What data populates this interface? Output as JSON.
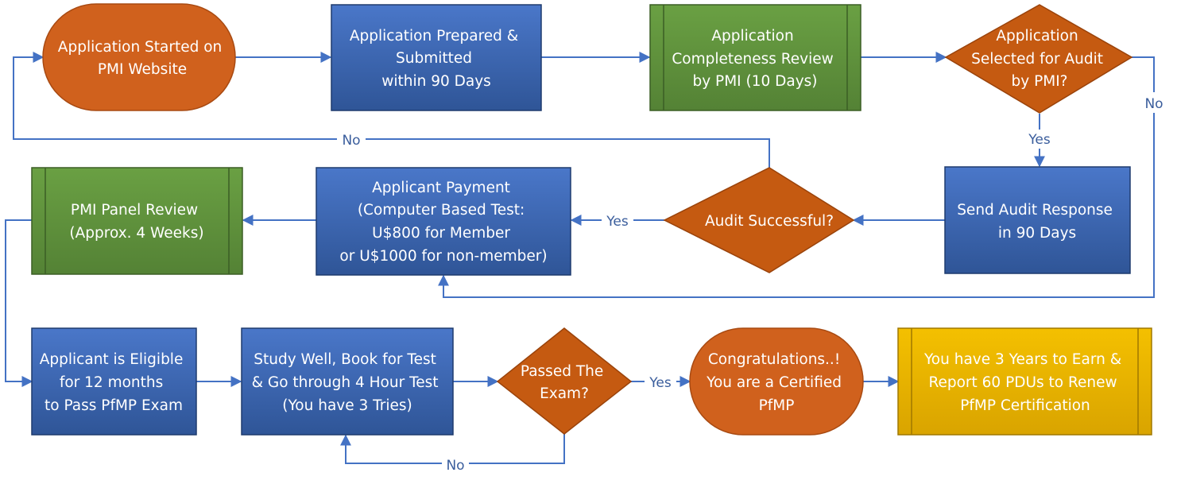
{
  "colors": {
    "process": "#2f5597",
    "process_light": "#4a77c9",
    "review": "#548235",
    "review_light": "#6aa043",
    "decision": "#c55a11",
    "terminal": "#d0611d",
    "final": "#d9a400",
    "final_light": "#f4c000",
    "connector": "#4472c4",
    "label": "#3a5d9c"
  },
  "nodes": {
    "start": {
      "lines": [
        "Application Started on",
        "PMI Website"
      ]
    },
    "prepare": {
      "lines": [
        "Application Prepared &",
        "Submitted",
        "within 90 Days"
      ]
    },
    "completeness": {
      "lines": [
        "Application",
        "Completeness Review",
        "by PMI (10 Days)"
      ]
    },
    "audit_select": {
      "lines": [
        "Application",
        "Selected for Audit",
        "by PMI?"
      ]
    },
    "audit_response": {
      "lines": [
        "Send Audit Response",
        "in 90 Days"
      ]
    },
    "audit_success": {
      "lines": [
        "Audit Successful?"
      ]
    },
    "payment": {
      "lines": [
        "Applicant Payment",
        "(Computer Based Test:",
        "U$800 for Member",
        "or U$1000 for non-member)"
      ]
    },
    "panel_review": {
      "lines": [
        "PMI Panel Review",
        "(Approx. 4 Weeks)"
      ]
    },
    "eligible": {
      "lines": [
        "Applicant is Eligible",
        "for 12 months",
        "to Pass PfMP Exam"
      ]
    },
    "study": {
      "lines": [
        "Study Well, Book for Test",
        "& Go through 4 Hour Test",
        "(You have 3 Tries)"
      ]
    },
    "passed": {
      "lines": [
        "Passed The",
        "Exam?"
      ]
    },
    "congrats": {
      "lines": [
        "Congratulations..!",
        "You are a Certified",
        "PfMP"
      ]
    },
    "renew": {
      "lines": [
        "You have 3 Years to Earn &",
        "Report 60 PDUs to Renew",
        "PfMP Certification"
      ]
    }
  },
  "edge_labels": {
    "no_restart": "No",
    "no_audit": "No",
    "yes_audit": "Yes",
    "yes_payment": "Yes",
    "yes_passed": "Yes",
    "no_retry": "No"
  }
}
